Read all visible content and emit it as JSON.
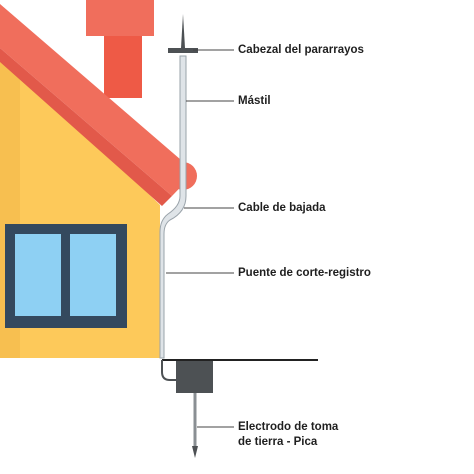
{
  "labels": {
    "head": "Cabezal del pararrayos",
    "mast": "Mástil",
    "down_cable": "Cable de bajada",
    "test_joint": "Puente de corte-registro",
    "electrode_line1": "Electrodo de toma",
    "electrode_line2": "de tierra -  Pica"
  },
  "colors": {
    "roof": "#f06e5c",
    "roof_shadow": "#e2594a",
    "chimney": "#ee5a46",
    "chimney_top": "#f06e5c",
    "wall": "#fdc95a",
    "wall_shade": "#f4b94a",
    "window_frame": "#34495e",
    "window_glass": "#8ed0f3",
    "mast": "#dfe4e8",
    "mast_edge": "#9aa3aa",
    "box": "#4d5154",
    "ground_line": "#222222",
    "leader_line": "#444444"
  }
}
